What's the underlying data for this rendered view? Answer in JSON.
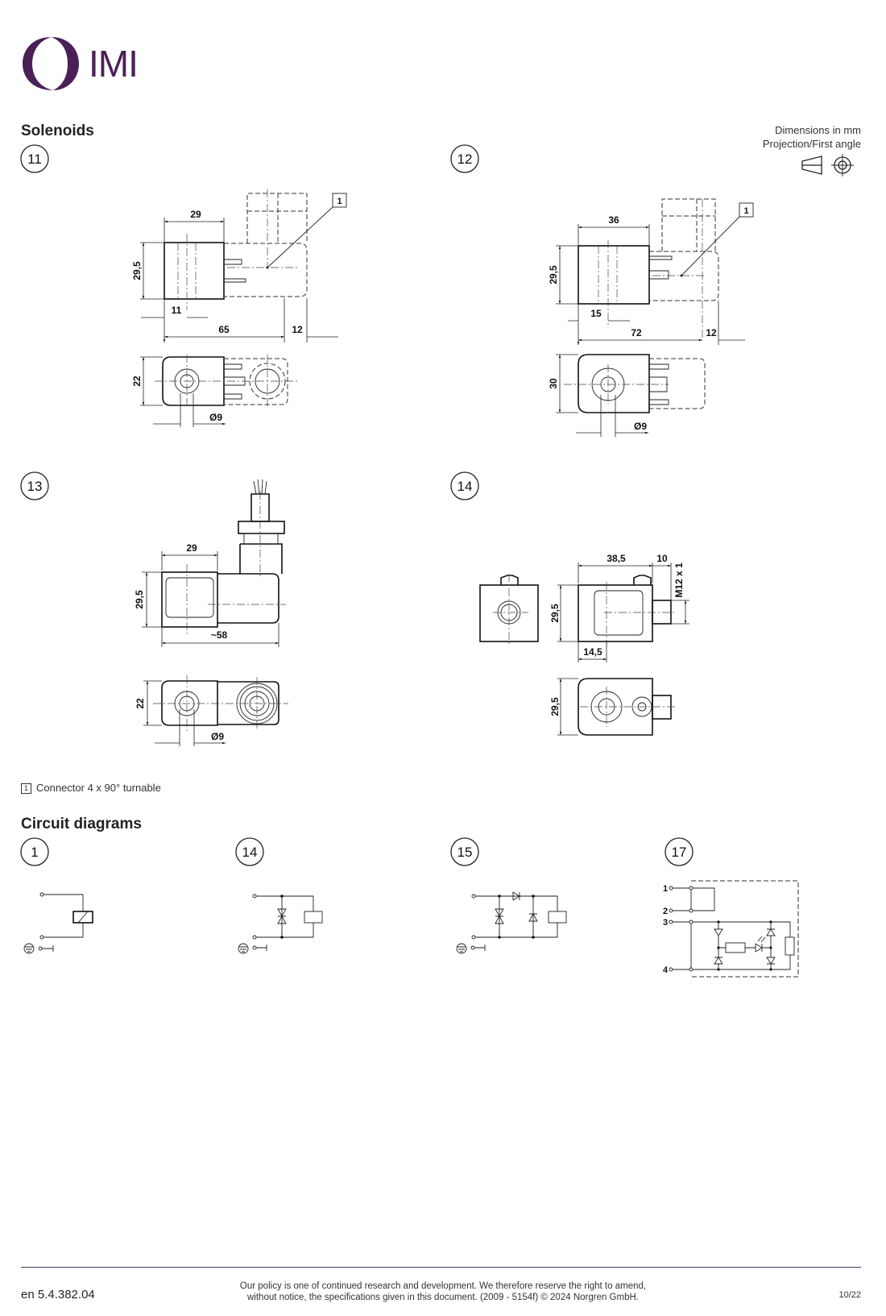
{
  "logo": {
    "text": "IMI",
    "color": "#4a2157"
  },
  "header": {
    "dimensions_note": "Dimensions in mm",
    "projection_note": "Projection/First angle"
  },
  "solenoids": {
    "title": "Solenoids",
    "drawings": [
      {
        "number": "11",
        "dims": {
          "width": "29",
          "height": "29,5",
          "offset": "11",
          "length": "65",
          "extra": "12",
          "depth": "22",
          "bore": "Ø9",
          "callout": "1"
        }
      },
      {
        "number": "12",
        "dims": {
          "width": "36",
          "height": "29,5",
          "offset": "15",
          "length": "72",
          "extra": "12",
          "depth": "30",
          "bore": "Ø9",
          "callout": "1"
        }
      },
      {
        "number": "13",
        "dims": {
          "width": "29",
          "height": "29,5",
          "length": "~58",
          "depth": "22",
          "bore": "Ø9"
        }
      },
      {
        "number": "14",
        "dims": {
          "width": "38,5",
          "connector": "10",
          "thread": "M12 x 1",
          "height": "29,5",
          "offset": "14,5",
          "depth": "29,5"
        }
      }
    ],
    "note_marker": "1",
    "note": "Connector 4 x 90° turnable"
  },
  "circuits": {
    "title": "Circuit diagrams",
    "items": [
      {
        "number": "1"
      },
      {
        "number": "14"
      },
      {
        "number": "15"
      },
      {
        "number": "17",
        "pins": [
          "1",
          "2",
          "3",
          "4"
        ]
      }
    ]
  },
  "footer": {
    "doc_id": "en 5.4.382.04",
    "policy_line1": "Our policy is one of continued research and development. We therefore reserve the right to amend,",
    "policy_line2": "without notice, the specifications given in this document. (2009 - 5154f) © 2024 Norgren GmbH.",
    "page": "10/22"
  }
}
